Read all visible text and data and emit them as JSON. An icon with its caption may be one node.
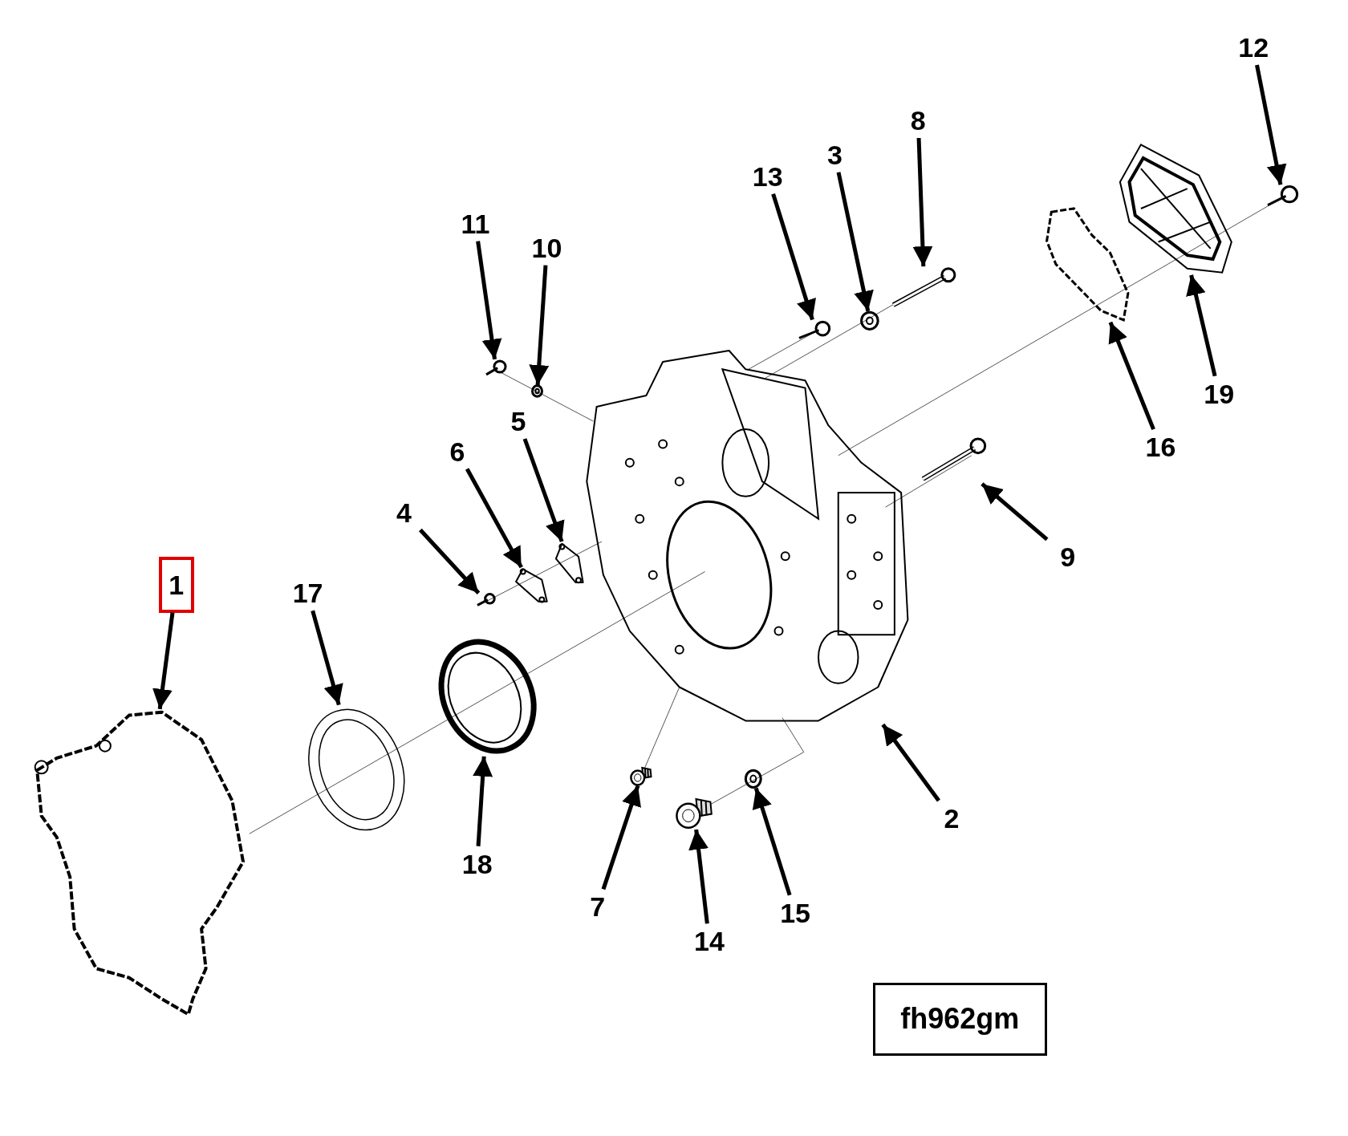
{
  "diagram": {
    "nodes": [
      {
        "text": [
          "1"
        ]
      },
      {
        "text": [
          "2"
        ]
      },
      {
        "text": [
          "3"
        ]
      },
      {
        "text": [
          "4"
        ]
      },
      {
        "text": [
          "5"
        ]
      },
      {
        "text": [
          "6"
        ]
      },
      {
        "text": [
          "7"
        ]
      },
      {
        "text": [
          "8"
        ]
      },
      {
        "text": [
          "9"
        ]
      },
      {
        "text": [
          "10"
        ]
      },
      {
        "text": [
          "11"
        ]
      },
      {
        "text": [
          "12"
        ]
      },
      {
        "text": [
          "13"
        ]
      },
      {
        "text": [
          "14"
        ]
      },
      {
        "text": [
          "15"
        ]
      },
      {
        "text": [
          "16"
        ]
      },
      {
        "text": [
          "17"
        ]
      },
      {
        "text": [
          "18"
        ]
      },
      {
        "text": [
          "19"
        ]
      },
      {
        "text": [],
        "shape": "picture"
      },
      {
        "text": [],
        "shape": "picture"
      },
      {
        "text": [],
        "shape": "picture"
      },
      {
        "text": [],
        "shape": "picture"
      },
      {
        "text": [],
        "shape": "picture"
      },
      {
        "text": [],
        "shape": "picture"
      },
      {
        "text": [],
        "shape": "picture"
      },
      {
        "text": [],
        "shape": "picture"
      },
      {
        "text": [],
        "shape": "picture"
      },
      {
        "text": [],
        "shape": "picture"
      },
      {
        "text": [],
        "shape": "picture"
      },
      {
        "text": [],
        "shape": "picture"
      },
      {
        "text": [],
        "shape": "picture"
      },
      {
        "text": [],
        "shape": "picture"
      },
      {
        "text": [],
        "shape": "picture"
      },
      {
        "text": [],
        "shape": "picture"
      },
      {
        "text": [],
        "shape": "picture"
      },
      {
        "text": [],
        "shape": "picture"
      },
      {
        "text": [],
        "shape": "picture"
      },
      {
        "text": [
          "fh962gm"
        ]
      }
    ],
    "edges": [
      {
        "from": 0,
        "to": 19,
        "arrow": "to"
      },
      {
        "from": 1,
        "to": 20,
        "arrow": "to"
      },
      {
        "from": 2,
        "to": 21,
        "arrow": "to"
      },
      {
        "from": 3,
        "to": 22,
        "arrow": "to"
      },
      {
        "from": 4,
        "to": 23,
        "arrow": "to"
      },
      {
        "from": 5,
        "to": 24,
        "arrow": "to"
      },
      {
        "from": 6,
        "to": 25,
        "arrow": "to"
      },
      {
        "from": 7,
        "to": 26,
        "arrow": "to"
      },
      {
        "from": 8,
        "to": 27,
        "arrow": "to"
      },
      {
        "from": 9,
        "to": 28,
        "arrow": "to"
      },
      {
        "from": 10,
        "to": 29,
        "arrow": "to"
      },
      {
        "from": 11,
        "to": 30,
        "arrow": "to"
      },
      {
        "from": 12,
        "to": 31,
        "arrow": "to"
      },
      {
        "from": 13,
        "to": 32,
        "arrow": "to"
      },
      {
        "from": 14,
        "to": 33,
        "arrow": "to"
      },
      {
        "from": 15,
        "to": 34,
        "arrow": "to"
      },
      {
        "from": 16,
        "to": 35,
        "arrow": "to"
      },
      {
        "from": 17,
        "to": 36,
        "arrow": "to"
      },
      {
        "from": 18,
        "to": 37,
        "arrow": "to"
      }
    ]
  }
}
